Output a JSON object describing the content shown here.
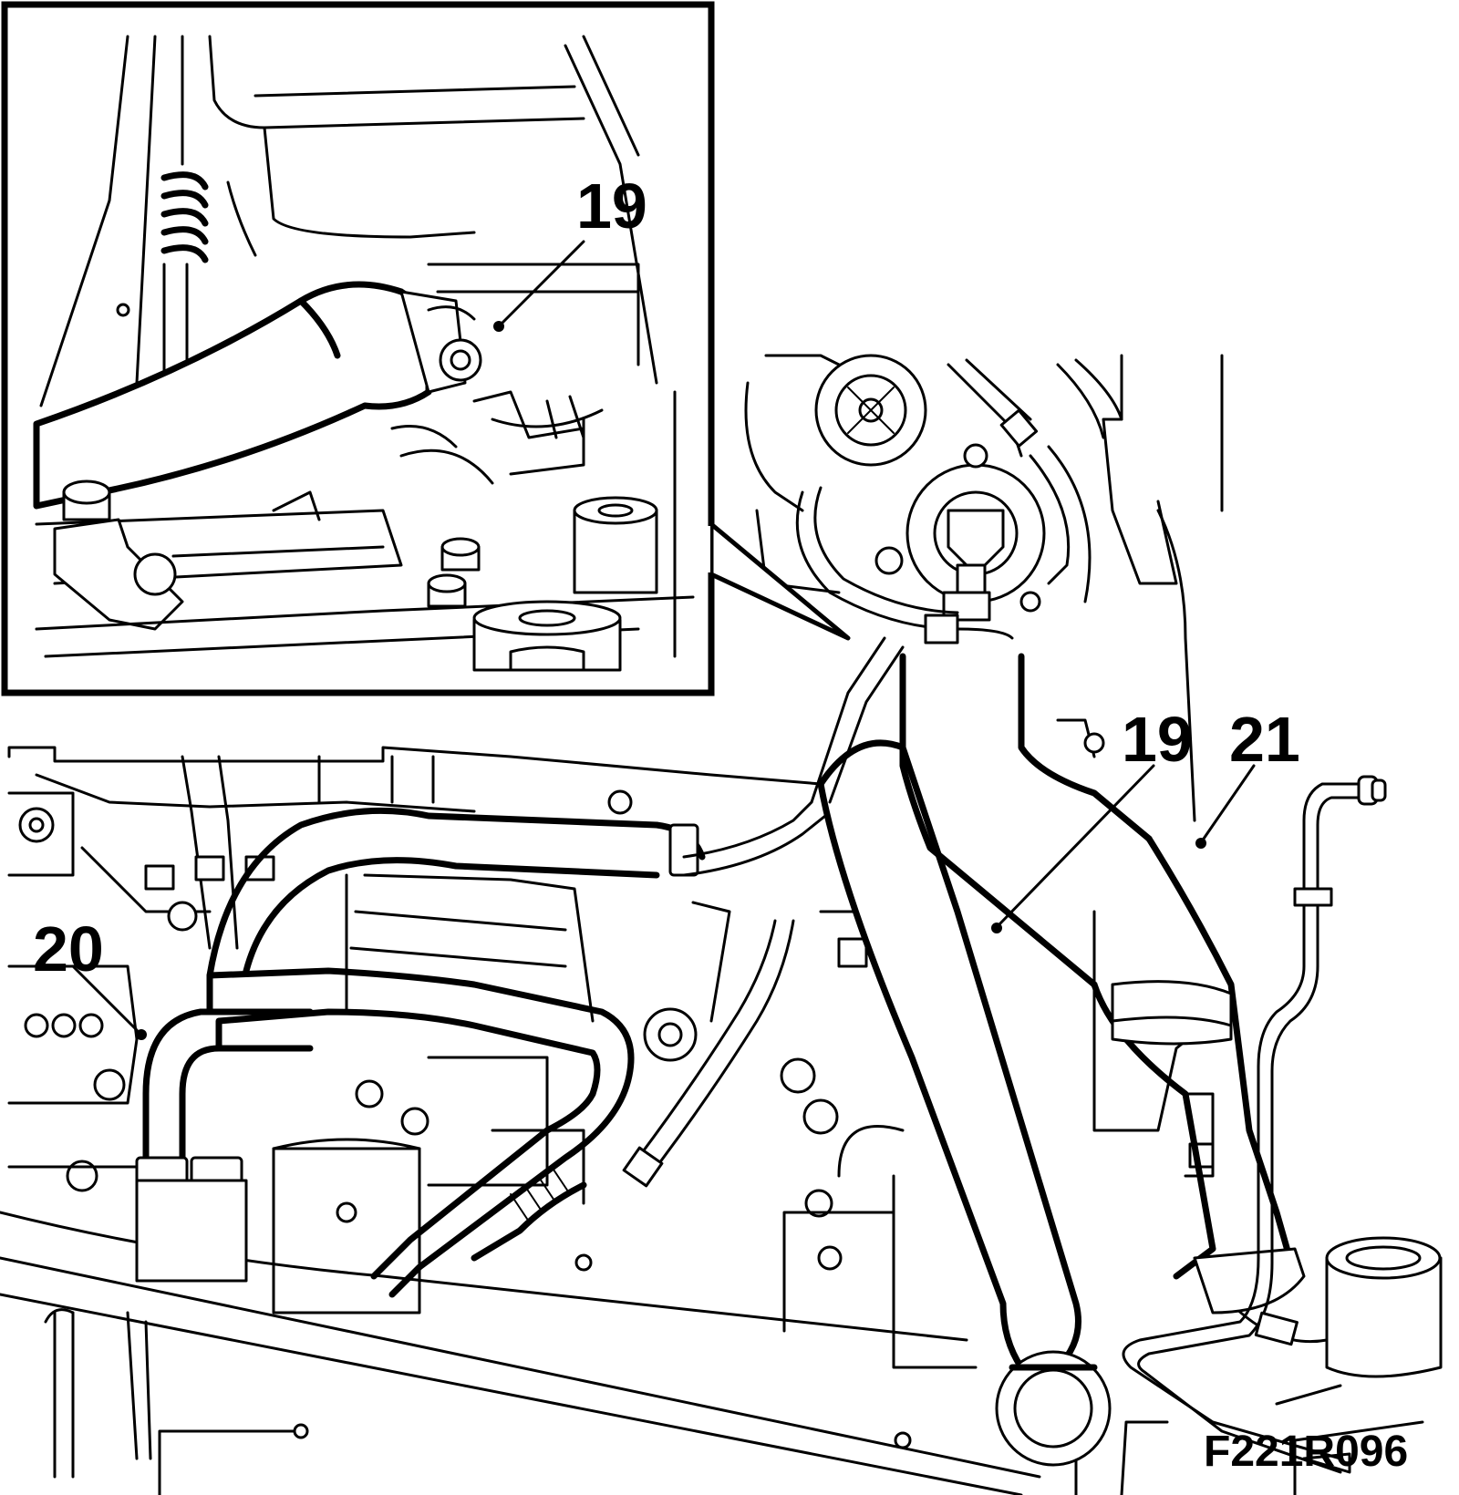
{
  "callouts": {
    "inset_hose": "19",
    "main_hose": "19",
    "left_hose": "20",
    "right_pipe": "21"
  },
  "figure_ref": "F221R096",
  "colors": {
    "line": "#000000",
    "background": "#ffffff"
  }
}
